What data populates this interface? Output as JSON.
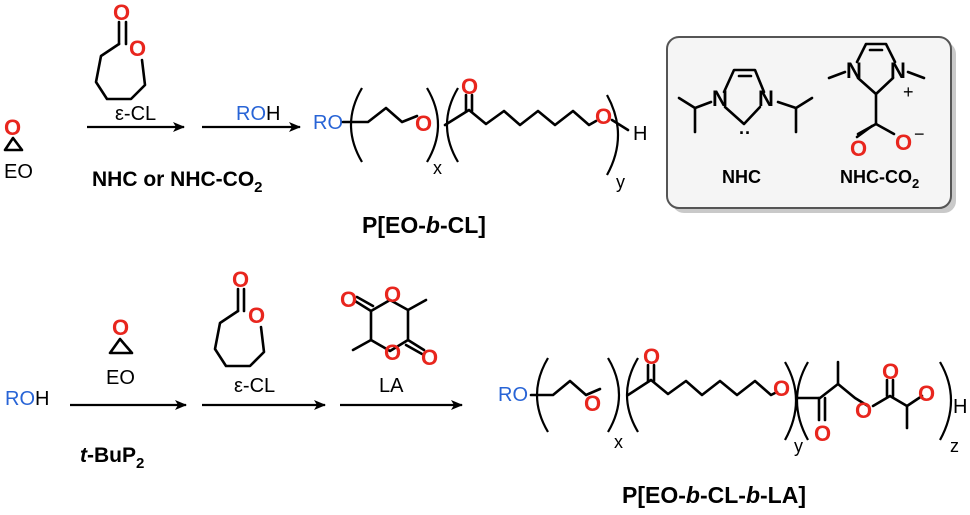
{
  "scheme1": {
    "eo_label": "EO",
    "cl_label": "ε-CL",
    "roh_ro": "RO",
    "roh_h": "H",
    "catalyst_prefix": "NHC or NHC-CO",
    "catalyst_sub": "2",
    "product_ro": "RO",
    "product_x": "x",
    "product_y": "y",
    "product_h": "H",
    "product_name_pre": "P[EO-",
    "product_name_b": "b",
    "product_name_post": "-CL]"
  },
  "inset": {
    "nhc_label": "NHC",
    "nhcco2_label": "NHC-CO",
    "nhcco2_sub": "2",
    "plus": "+",
    "minus": "−"
  },
  "scheme2": {
    "roh_ro": "RO",
    "roh_h": "H",
    "eo_label": "EO",
    "cl_label": "ε-CL",
    "la_label": "LA",
    "base_t": "t",
    "base_rest": "-BuP",
    "base_sub": "2",
    "product_ro": "RO",
    "product_x": "x",
    "product_y": "y",
    "product_z": "z",
    "product_h": "H",
    "product_name_pre": "P[EO-",
    "product_name_b1": "b",
    "product_name_mid": "-CL-",
    "product_name_b2": "b",
    "product_name_post": "-LA]"
  },
  "colors": {
    "oxygen": "#e8261e",
    "ro_blue": "#2864d6",
    "bond": "#000000",
    "inset_border": "#555555",
    "inset_bg": "#f5f5f5"
  }
}
